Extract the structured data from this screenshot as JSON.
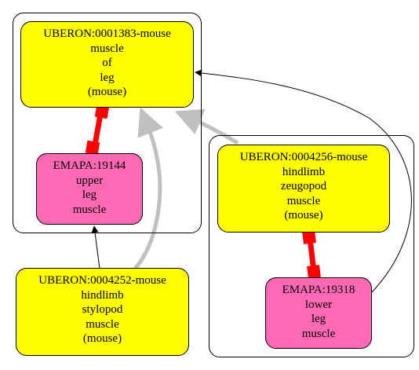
{
  "colors": {
    "uberon_fill": "#ffff00",
    "emapa_fill": "#ff69b4",
    "equivalence_edge": "#ff0000",
    "is_a_edge": "#c0c0c0",
    "part_of_edge": "#000000",
    "border": "#000000",
    "background": "#ffffff"
  },
  "nodes": {
    "uberon_0001383": {
      "id": "UBERON:0001383-mouse",
      "lines": [
        "UBERON:0001383-mouse",
        "muscle",
        "of",
        "leg",
        "(mouse)"
      ]
    },
    "emapa_19144": {
      "id": "EMAPA:19144",
      "lines": [
        "EMAPA:19144",
        "upper",
        "leg",
        "muscle"
      ]
    },
    "uberon_0004256": {
      "id": "UBERON:0004256-mouse",
      "lines": [
        "UBERON:0004256-mouse",
        "hindlimb",
        "zeugopod",
        "muscle",
        "(mouse)"
      ]
    },
    "emapa_19318": {
      "id": "EMAPA:19318",
      "lines": [
        "EMAPA:19318",
        "lower",
        "leg",
        "muscle"
      ]
    },
    "uberon_0004252": {
      "id": "UBERON:0004252-mouse",
      "lines": [
        "UBERON:0004252-mouse",
        "hindlimb",
        "stylopod",
        "muscle",
        "(mouse)"
      ]
    }
  }
}
